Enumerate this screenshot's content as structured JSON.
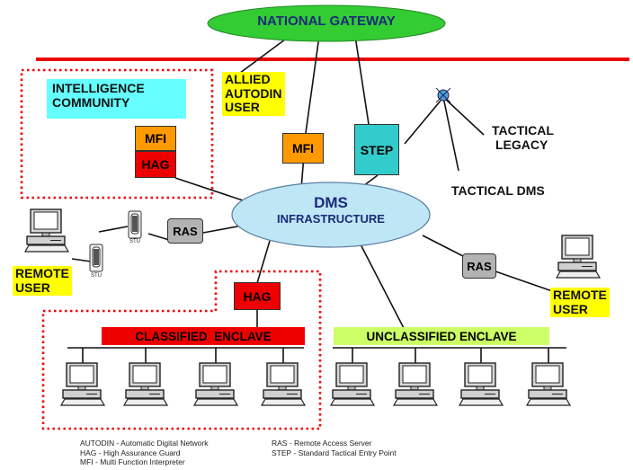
{
  "nodes": {
    "national_gateway": "NATIONAL GATEWAY",
    "allied_autodin_user": [
      "ALLIED",
      "AUTODIN",
      "USER"
    ],
    "intelligence_community": [
      "INTELLIGENCE",
      "COMMUNITY"
    ],
    "mfi_left": "MFI",
    "hag_left": "HAG",
    "mfi_center": "MFI",
    "step": "STEP",
    "tactical_legacy": [
      "TACTICAL",
      "LEGACY"
    ],
    "tactical_dms": "TACTICAL DMS",
    "dms_infrastructure": [
      "DMS",
      "INFRASTRUCTURE"
    ],
    "ras_left": "RAS",
    "ras_right": "RAS",
    "stu_top": "STU",
    "stu_bottom": "STU",
    "remote_user_left": [
      "REMOTE",
      "USER"
    ],
    "remote_user_right": [
      "REMOTE",
      "USER"
    ],
    "hag_bottom": "HAG",
    "classified_enclave": "CLASSIFIED  ENCLAVE",
    "unclassified_enclave": "UNCLASSIFIED ENCLAVE"
  },
  "legend": {
    "left": [
      "AUTODIN - Automatic Digital Network",
      "HAG - High Assurance Guard",
      "MFI - Multi Function Interpreter"
    ],
    "right": [
      "RAS - Remote Access Server",
      "STEP - Standard Tactical Entry Point"
    ]
  },
  "colors": {
    "gateway_green": "#33cc33",
    "backbone_red": "#ee0000",
    "dms_ellipse": "#bfe6f5",
    "mfi_orange": "#ff9900",
    "hag_red": "#ee0000",
    "step_teal": "#33cccc",
    "intel_cyan": "#66ffff",
    "ras_gray": "#b3b3b3",
    "highlight_yellow": "#ffff00",
    "unclassified_green": "#ccff66"
  },
  "icons": {
    "computer": "computer-workstation-icon",
    "stu_phone": "secure-telephone-icon",
    "satellite": "satellite-icon"
  }
}
